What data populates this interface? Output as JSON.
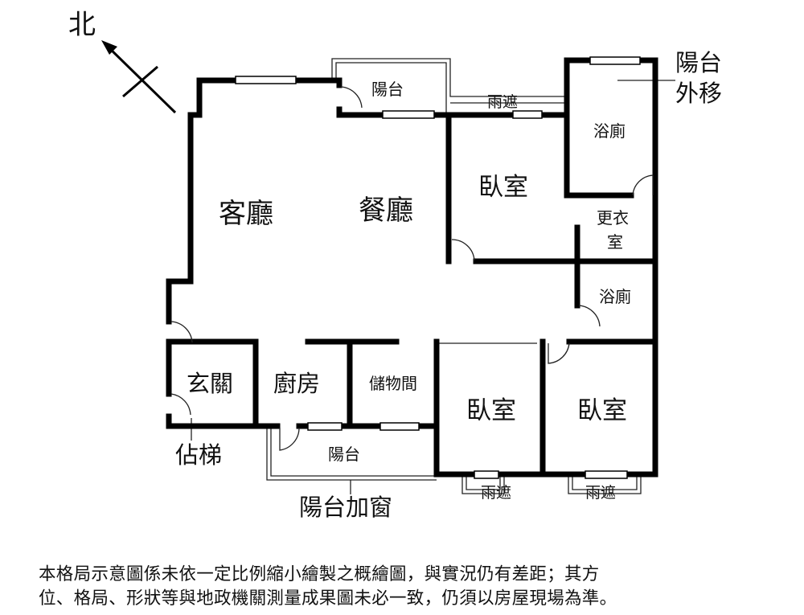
{
  "compass": {
    "north": "北"
  },
  "rooms": {
    "living": "客廳",
    "dining": "餐廳",
    "bedroom_master": "臥室",
    "bath_master": "浴廁",
    "closet": [
      "更衣",
      "室"
    ],
    "bath_2": "浴廁",
    "entry": "玄關",
    "kitchen": "廚房",
    "storage": "儲物間",
    "bedroom_2": "臥室",
    "bedroom_3": "臥室",
    "balcony_top": "陽台",
    "balcony_bottom": "陽台",
    "rain_cover_top": "雨遮",
    "rain_cover_b2": "雨遮",
    "rain_cover_b3": "雨遮"
  },
  "annotations": {
    "balcony_moved": [
      "陽台",
      "外移"
    ],
    "occupied_stair": "佔梯",
    "balcony_enclosed": "陽台加窗"
  },
  "disclaimer": [
    "本格局示意圖係未依一定比例縮小繪製之概繪圖，與實況仍有差距；其方",
    "位、格局、形狀等與地政機關測量成果圖未必一致，仍須以房屋現場為準。"
  ]
}
